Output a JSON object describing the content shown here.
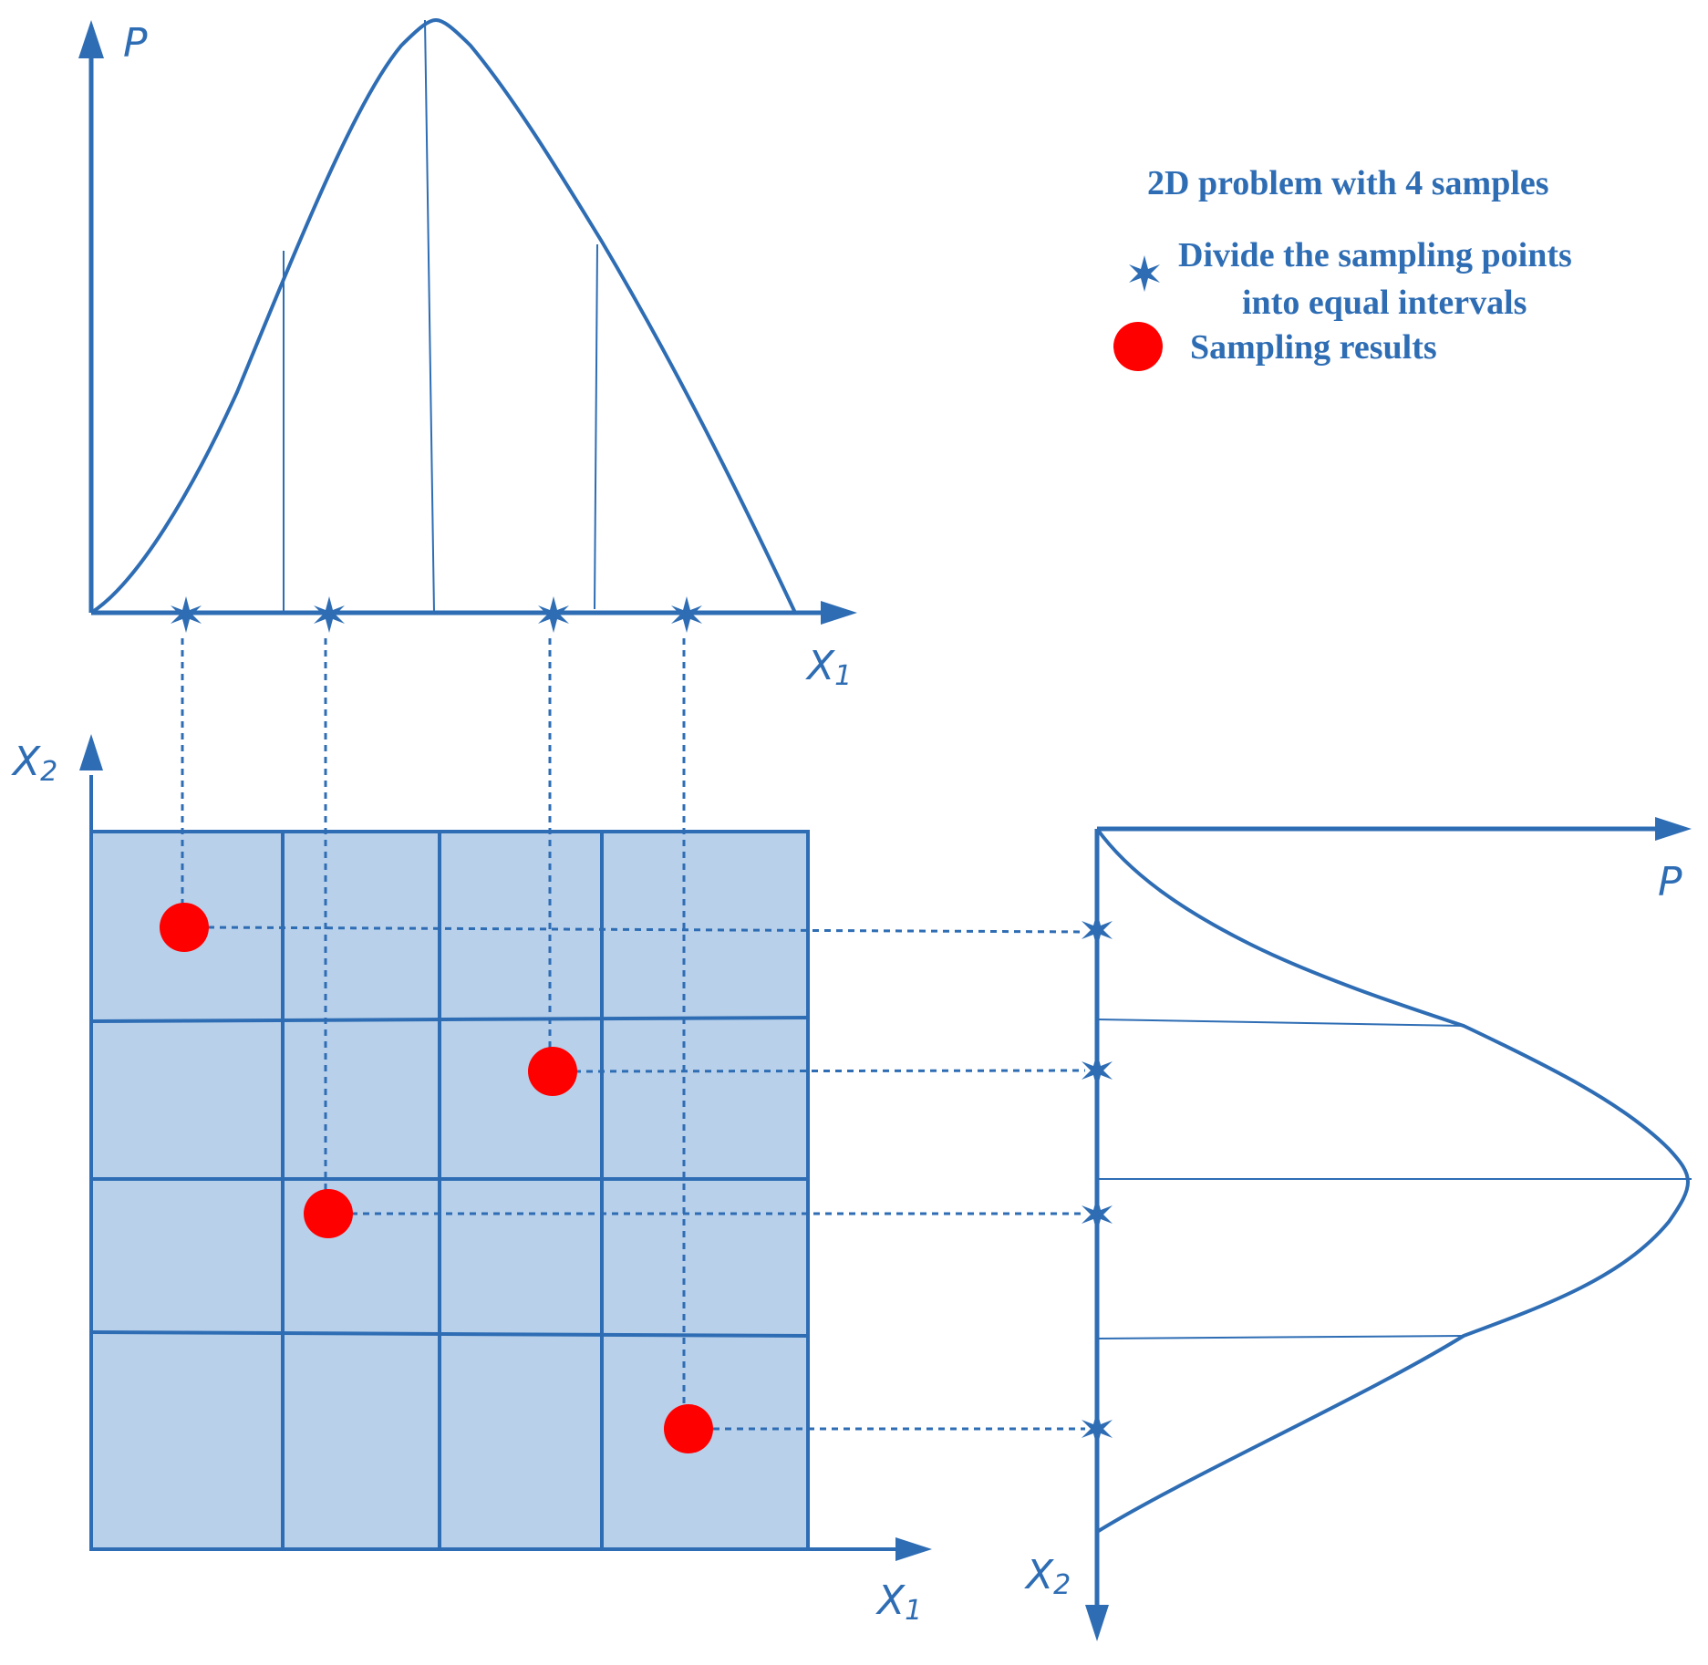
{
  "colors": {
    "line": "#2e6db4",
    "grid_fill": "#b8d0ea",
    "sample": "#ff0000"
  },
  "legend": {
    "title": "2D problem with 4 samples",
    "star_label_line1": "Divide the sampling points",
    "star_label_line2": "into equal intervals",
    "dot_label": "Sampling results",
    "star_icon": "star-icon",
    "dot_icon": "red-dot-icon"
  },
  "top_plot": {
    "y_label": "P",
    "x_label_main": "X",
    "x_label_sub": "1"
  },
  "grid_plot": {
    "y_label_main": "X",
    "y_label_sub": "2",
    "x_label_main": "X",
    "x_label_sub": "1",
    "rows": 4,
    "cols": 4
  },
  "right_plot": {
    "p_label": "P",
    "x_label_main": "X",
    "x_label_sub": "2"
  },
  "samples": [
    {
      "col": 1,
      "row": 1
    },
    {
      "col": 2,
      "row": 3
    },
    {
      "col": 3,
      "row": 2
    },
    {
      "col": 4,
      "row": 4
    }
  ]
}
